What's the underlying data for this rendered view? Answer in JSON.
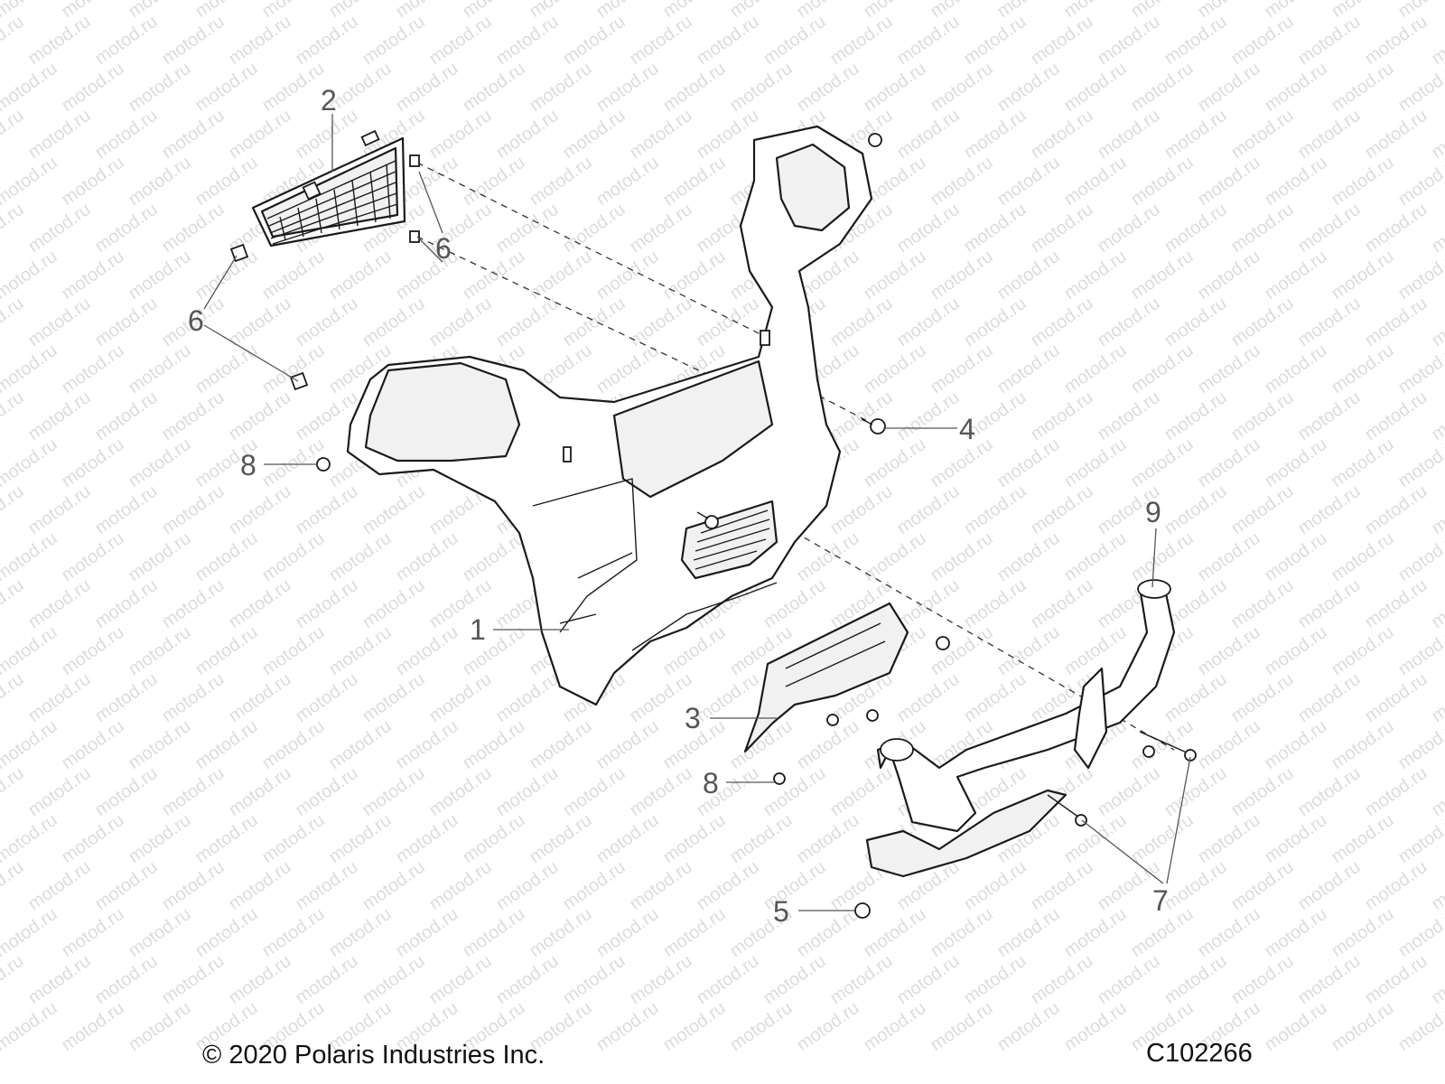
{
  "watermark": {
    "text": "motod.ru",
    "color": "#dcdcdc"
  },
  "callouts": [
    {
      "id": "1",
      "label": "1"
    },
    {
      "id": "2",
      "label": "2"
    },
    {
      "id": "3",
      "label": "3"
    },
    {
      "id": "4",
      "label": "4"
    },
    {
      "id": "5",
      "label": "5"
    },
    {
      "id": "6a",
      "label": "6"
    },
    {
      "id": "6b",
      "label": "6"
    },
    {
      "id": "7",
      "label": "7"
    },
    {
      "id": "8a",
      "label": "8"
    },
    {
      "id": "8b",
      "label": "8"
    },
    {
      "id": "9",
      "label": "9"
    }
  ],
  "footer": {
    "copyright": "© 2020 Polaris Industries Inc.",
    "figure_code": "C102266"
  }
}
